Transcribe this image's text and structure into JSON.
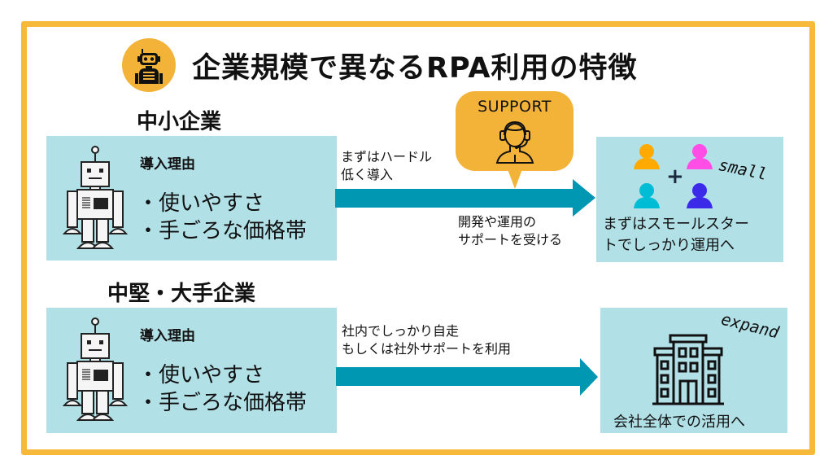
{
  "title": "企業規模で異なるRPA利用の特徴",
  "title_icon": "robot-icon",
  "colors": {
    "frame": "#f7b93a",
    "icon_circle": "#f3b339",
    "box": "#b1e0e7",
    "arrow": "#0097b2",
    "bubble": "#f3b339",
    "person_orange": "#ffaa00",
    "person_pink": "#ff4de6",
    "person_cyan": "#00bcd4",
    "person_blue": "#3b2ae8"
  },
  "sections": [
    {
      "label": "中小企業",
      "reason_heading": "導入理由",
      "reasons": [
        "・使いやすさ",
        "・手ごろな価格帯"
      ],
      "arrow_top_note": [
        "まずはハードル",
        "低く導入"
      ],
      "arrow_bottom_note": [
        "開発や運用の",
        "サポートを受ける"
      ],
      "support_bubble": {
        "label": "SUPPORT",
        "icon": "headset-support-icon"
      },
      "result": {
        "script_word": "small",
        "icon": "people-group-icon",
        "plus": "+",
        "text": [
          "まずはスモールスター",
          "トでしっかり運用へ"
        ]
      }
    },
    {
      "label": "中堅・大手企業",
      "reason_heading": "導入理由",
      "reasons": [
        "・使いやすさ",
        "・手ごろな価格帯"
      ],
      "arrow_top_note": [
        "社内でしっかり自走",
        "もしくは社外サポートを利用"
      ],
      "result": {
        "script_word": "expand",
        "icon": "office-building-icon",
        "text": [
          "会社全体での活用へ"
        ]
      }
    }
  ]
}
